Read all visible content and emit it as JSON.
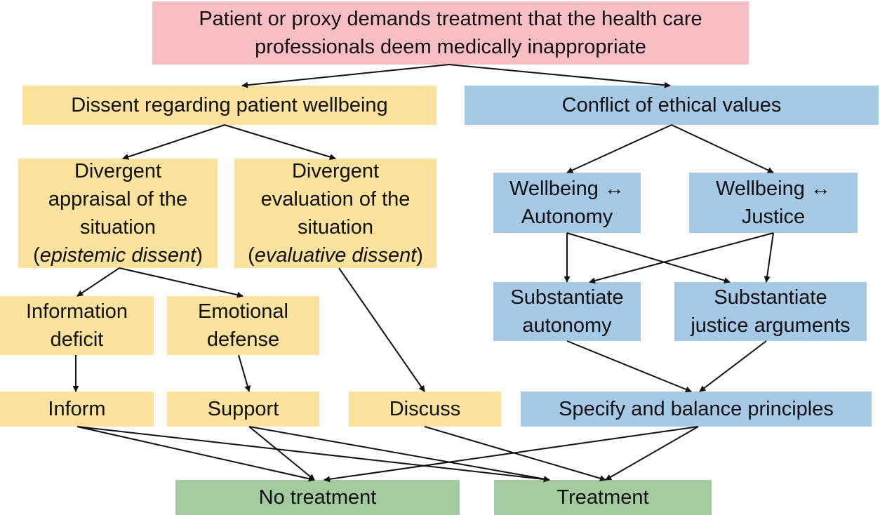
{
  "top": {
    "line1": "Patient or proxy demands treatment that the health care",
    "line2": "professionals deem medically inappropriate"
  },
  "dissent": {
    "label": "Dissent regarding patient wellbeing"
  },
  "conflict": {
    "label": "Conflict of ethical values"
  },
  "appraisal": {
    "line1": "Divergent",
    "line2": "appraisal of the",
    "line3": "situation",
    "paren_open": "(",
    "italic": "epistemic dissent",
    "paren_close": ")"
  },
  "evaluation": {
    "line1": "Divergent",
    "line2": "evaluation of the",
    "line3": "situation",
    "paren_open": "(",
    "italic": "evaluative dissent",
    "paren_close": ")"
  },
  "wb_autonomy": {
    "line1": "Wellbeing ↔",
    "line2": "Autonomy"
  },
  "wb_justice": {
    "line1": "Wellbeing ↔",
    "line2": "Justice"
  },
  "info_deficit": {
    "line1": "Information",
    "line2": "deficit"
  },
  "emotional": {
    "line1": "Emotional",
    "line2": "defense"
  },
  "sub_autonomy": {
    "line1": "Substantiate",
    "line2": "autonomy"
  },
  "sub_justice": {
    "line1": "Substantiate",
    "line2": "justice arguments"
  },
  "inform": {
    "label": "Inform"
  },
  "support": {
    "label": "Support"
  },
  "discuss": {
    "label": "Discuss"
  },
  "specify": {
    "label": "Specify and balance principles"
  },
  "no_treatment": {
    "label": "No treatment"
  },
  "treatment": {
    "label": "Treatment"
  },
  "colors": {
    "pink": "#f9bec3",
    "yellow": "#fbe29d",
    "blue": "#a6cae6",
    "green": "#a3cb9f",
    "arrow": "#111111"
  }
}
